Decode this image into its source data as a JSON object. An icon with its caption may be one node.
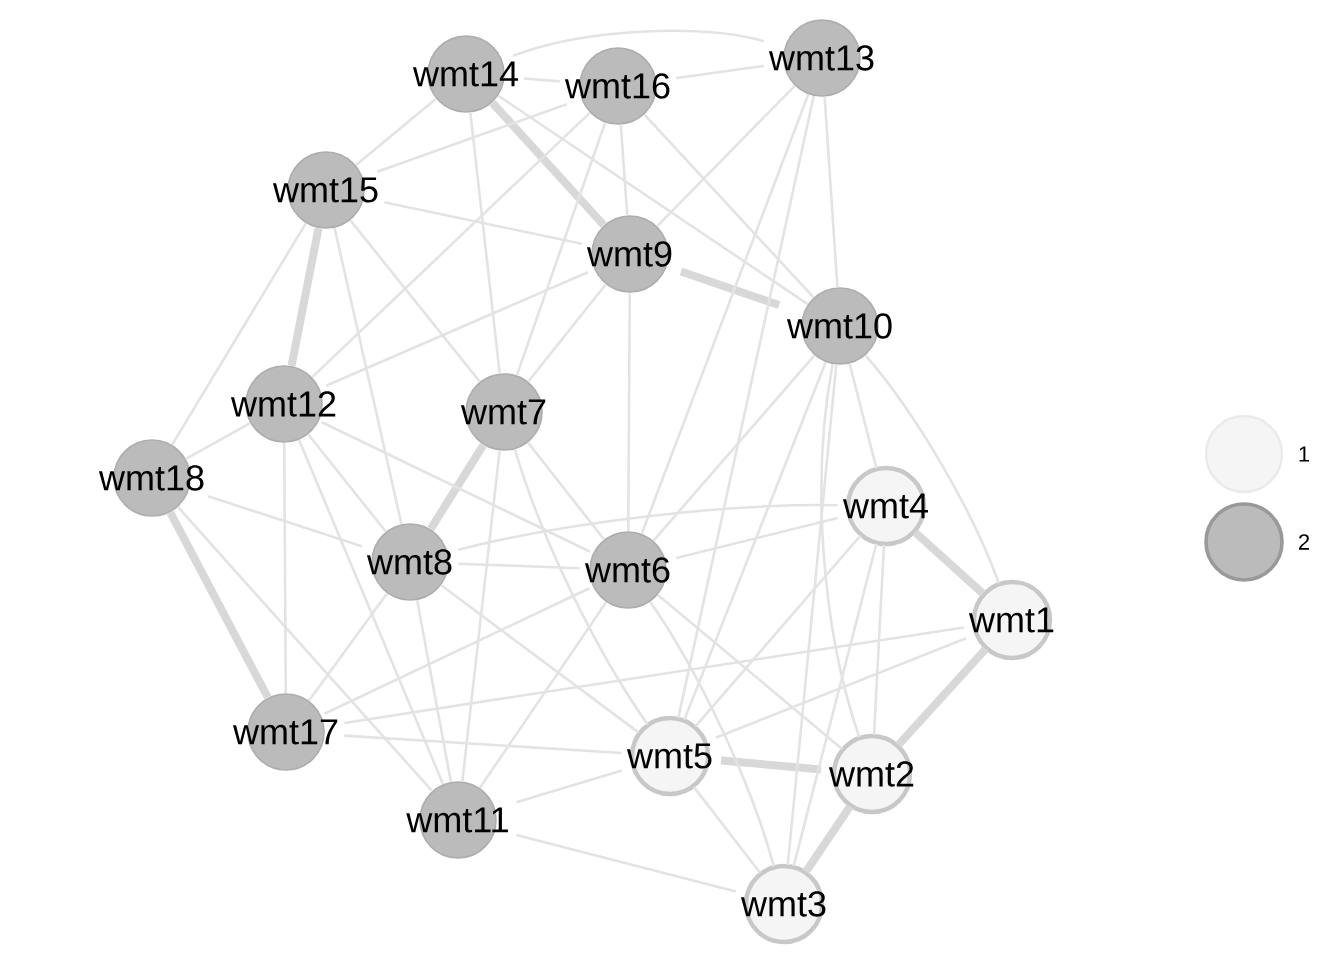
{
  "diagram": {
    "nodes": [
      {
        "text": [
          "wmt1"
        ]
      },
      {
        "text": [
          "wmt2"
        ]
      },
      {
        "text": [
          "wmt3"
        ]
      },
      {
        "text": [
          "wmt4"
        ]
      },
      {
        "text": [
          "wmt5"
        ]
      },
      {
        "text": [
          "wmt6"
        ]
      },
      {
        "text": [
          "wmt7"
        ]
      },
      {
        "text": [
          "wmt8"
        ]
      },
      {
        "text": [
          "wmt9"
        ]
      },
      {
        "text": [
          "wmt10"
        ]
      },
      {
        "text": [
          "wmt11"
        ]
      },
      {
        "text": [
          "wmt12"
        ]
      },
      {
        "text": [
          "wmt13"
        ]
      },
      {
        "text": [
          "wmt14"
        ]
      },
      {
        "text": [
          "wmt15"
        ]
      },
      {
        "text": [
          "wmt16"
        ]
      },
      {
        "text": [
          "wmt17"
        ]
      },
      {
        "text": [
          "wmt18"
        ]
      }
    ],
    "edges": [
      {
        "from": 1,
        "to": 2,
        "arrow": "none",
        "style": "thick"
      },
      {
        "from": 0,
        "to": 1,
        "arrow": "none",
        "style": "thick"
      },
      {
        "from": 4,
        "to": 1,
        "arrow": "none",
        "style": "thick"
      },
      {
        "from": 3,
        "to": 0,
        "arrow": "none",
        "style": "thick"
      },
      {
        "from": 8,
        "to": 9,
        "arrow": "none",
        "style": "thick"
      },
      {
        "from": 13,
        "to": 8,
        "arrow": "none",
        "style": "thick"
      },
      {
        "from": 14,
        "to": 11,
        "arrow": "none",
        "style": "thick"
      },
      {
        "from": 17,
        "to": 16,
        "arrow": "none",
        "style": "thick"
      },
      {
        "from": 6,
        "to": 7,
        "arrow": "none",
        "style": "thick"
      },
      {
        "from": 13,
        "to": 14,
        "arrow": "none"
      },
      {
        "from": 13,
        "to": 15,
        "arrow": "none"
      },
      {
        "from": 13,
        "to": 12,
        "arrow": "none"
      },
      {
        "from": 13,
        "to": 9,
        "arrow": "none"
      },
      {
        "from": 15,
        "to": 14,
        "arrow": "none"
      },
      {
        "from": 15,
        "to": 8,
        "arrow": "none"
      },
      {
        "from": 15,
        "to": 9,
        "arrow": "none"
      },
      {
        "from": 15,
        "to": 11,
        "arrow": "none"
      },
      {
        "from": 15,
        "to": 6,
        "arrow": "none"
      },
      {
        "from": 12,
        "to": 8,
        "arrow": "none"
      },
      {
        "from": 12,
        "to": 9,
        "arrow": "none"
      },
      {
        "from": 12,
        "to": 4,
        "arrow": "none"
      },
      {
        "from": 12,
        "to": 5,
        "arrow": "none"
      },
      {
        "from": 14,
        "to": 17,
        "arrow": "none"
      },
      {
        "from": 14,
        "to": 8,
        "arrow": "none"
      },
      {
        "from": 14,
        "to": 7,
        "arrow": "none"
      },
      {
        "from": 11,
        "to": 17,
        "arrow": "none"
      },
      {
        "from": 11,
        "to": 16,
        "arrow": "none"
      },
      {
        "from": 11,
        "to": 10,
        "arrow": "none"
      },
      {
        "from": 11,
        "to": 5,
        "arrow": "none"
      },
      {
        "from": 11,
        "to": 8,
        "arrow": "none"
      },
      {
        "from": 11,
        "to": 7,
        "arrow": "none"
      },
      {
        "from": 17,
        "to": 7,
        "arrow": "none"
      },
      {
        "from": 17,
        "to": 10,
        "arrow": "none"
      },
      {
        "from": 16,
        "to": 7,
        "arrow": "none"
      },
      {
        "from": 16,
        "to": 0,
        "arrow": "none"
      },
      {
        "from": 10,
        "to": 7,
        "arrow": "none"
      },
      {
        "from": 10,
        "to": 6,
        "arrow": "none"
      },
      {
        "from": 10,
        "to": 5,
        "arrow": "none"
      },
      {
        "from": 10,
        "to": 4,
        "arrow": "none"
      },
      {
        "from": 10,
        "to": 2,
        "arrow": "none"
      },
      {
        "from": 7,
        "to": 3,
        "arrow": "none"
      },
      {
        "from": 7,
        "to": 4,
        "arrow": "none"
      },
      {
        "from": 6,
        "to": 8,
        "arrow": "none"
      },
      {
        "from": 6,
        "to": 4,
        "arrow": "none"
      },
      {
        "from": 8,
        "to": 5,
        "arrow": "none"
      },
      {
        "from": 9,
        "to": 5,
        "arrow": "none"
      },
      {
        "from": 9,
        "to": 3,
        "arrow": "none"
      },
      {
        "from": 9,
        "to": 0,
        "arrow": "none"
      },
      {
        "from": 9,
        "to": 1,
        "arrow": "none"
      },
      {
        "from": 9,
        "to": 4,
        "arrow": "none"
      },
      {
        "from": 9,
        "to": 2,
        "arrow": "none"
      },
      {
        "from": 5,
        "to": 3,
        "arrow": "none"
      },
      {
        "from": 5,
        "to": 1,
        "arrow": "none"
      },
      {
        "from": 3,
        "to": 2,
        "arrow": "none"
      },
      {
        "from": 3,
        "to": 1,
        "arrow": "none"
      },
      {
        "from": 3,
        "to": 4,
        "arrow": "none"
      },
      {
        "from": 0,
        "to": 4,
        "arrow": "none"
      },
      {
        "from": 4,
        "to": 2,
        "arrow": "none"
      },
      {
        "from": 16,
        "to": 4,
        "arrow": "none"
      },
      {
        "from": 16,
        "to": 5,
        "arrow": "none"
      },
      {
        "from": 7,
        "to": 5,
        "arrow": "none"
      },
      {
        "from": 6,
        "to": 5,
        "arrow": "none"
      },
      {
        "from": 14,
        "to": 6,
        "arrow": "none"
      },
      {
        "from": 13,
        "to": 6,
        "arrow": "none"
      },
      {
        "from": 15,
        "to": 12,
        "arrow": "none"
      },
      {
        "from": 5,
        "to": 2,
        "arrow": "none"
      }
    ],
    "legend": [
      {
        "text": "1",
        "color": "#f5f5f5"
      },
      {
        "text": "2",
        "color": "#bbbbbb"
      }
    ]
  }
}
